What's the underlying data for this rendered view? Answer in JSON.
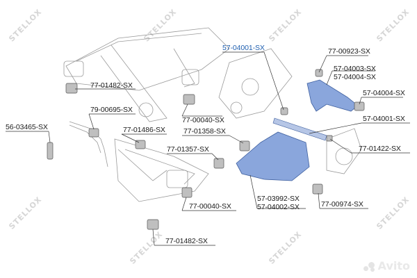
{
  "watermark": {
    "text": "STELLOX",
    "brand": "Avito"
  },
  "colors": {
    "highlight": "#8aa6dc",
    "highlight_stroke": "#3e5f9e",
    "label_highlight": "#1f5fb0",
    "line": "#333333",
    "part": "#bfbfbf"
  },
  "labels": [
    {
      "id": "l1",
      "text": "57-04001-SX",
      "highlight": true
    },
    {
      "id": "l2",
      "text": "77-00923-SX",
      "highlight": false
    },
    {
      "id": "l3",
      "text": "57-04003-SX",
      "highlight": false
    },
    {
      "id": "l4",
      "text": "57-04004-SX",
      "highlight": false
    },
    {
      "id": "l5",
      "text": "57-04004-SX",
      "highlight": false
    },
    {
      "id": "l6",
      "text": "77-01482-SX",
      "highlight": false
    },
    {
      "id": "l7",
      "text": "79-00695-SX",
      "highlight": false
    },
    {
      "id": "l8",
      "text": "56-03465-SX",
      "highlight": false
    },
    {
      "id": "l9",
      "text": "77-00040-SX",
      "highlight": false
    },
    {
      "id": "l10",
      "text": "77-01486-SX",
      "highlight": false
    },
    {
      "id": "l11",
      "text": "77-01358-SX",
      "highlight": false
    },
    {
      "id": "l12",
      "text": "57-04001-SX",
      "highlight": false
    },
    {
      "id": "l13",
      "text": "77-01422-SX",
      "highlight": false
    },
    {
      "id": "l14",
      "text": "77-01357-SX",
      "highlight": false
    },
    {
      "id": "l15",
      "text": "57-03992-SX",
      "highlight": false
    },
    {
      "id": "l16",
      "text": "57-04002-SX",
      "highlight": false
    },
    {
      "id": "l17",
      "text": "77-00974-SX",
      "highlight": false
    },
    {
      "id": "l18",
      "text": "77-00040-SX",
      "highlight": false
    },
    {
      "id": "l19",
      "text": "77-01482-SX",
      "highlight": false
    }
  ]
}
